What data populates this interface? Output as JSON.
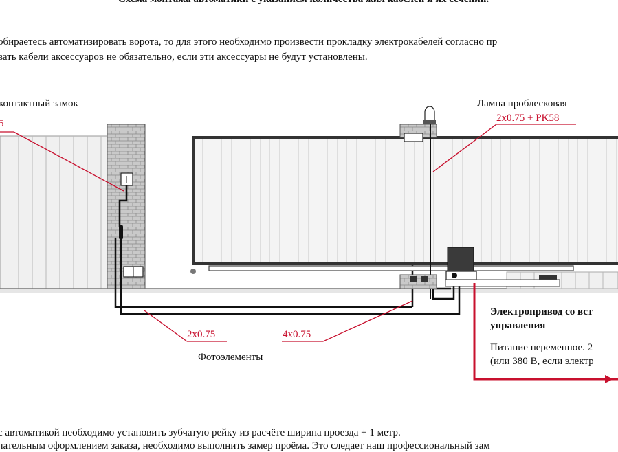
{
  "title": "Схема монтажа автоматики с указанием количества жил кабелей и их сечении.",
  "intro": {
    "line1": "обираетесь автоматизировать ворота, то для этого необходимо произвести прокладку электрокабелей согласно пр",
    "line2": "вать кабели аксессуаров не обязательно, если эти аксессуары не будут установлены."
  },
  "labels": {
    "lock": "контактный замок",
    "lock_cable": "5",
    "lamp": "Лампа проблесковая",
    "lamp_cable": "2x0.75 + PK58",
    "cable_photo_a": "2x0.75",
    "cable_photo_b": "4x0.75",
    "photocells": "Фотоэлементы"
  },
  "drive": {
    "title_line1": "Электропривод со вст",
    "title_line2": "управления",
    "power_line1": "Питание переменное. 2",
    "power_line2": "(или 380 В, если электр"
  },
  "footer": {
    "line1": "с автоматикой необходимо установить зубчатую рейку из расчёте ширина проезда + 1 метр.",
    "line2": "чательным оформлением заказа, необходимо выполнить замер проёма. Это следает наш профессиональный зам"
  },
  "colors": {
    "cable_red": "#c8102e",
    "line_black": "#111111",
    "brick": "#c9c9c9",
    "panel": "#f1f1f1",
    "gate_frame": "#333333"
  }
}
